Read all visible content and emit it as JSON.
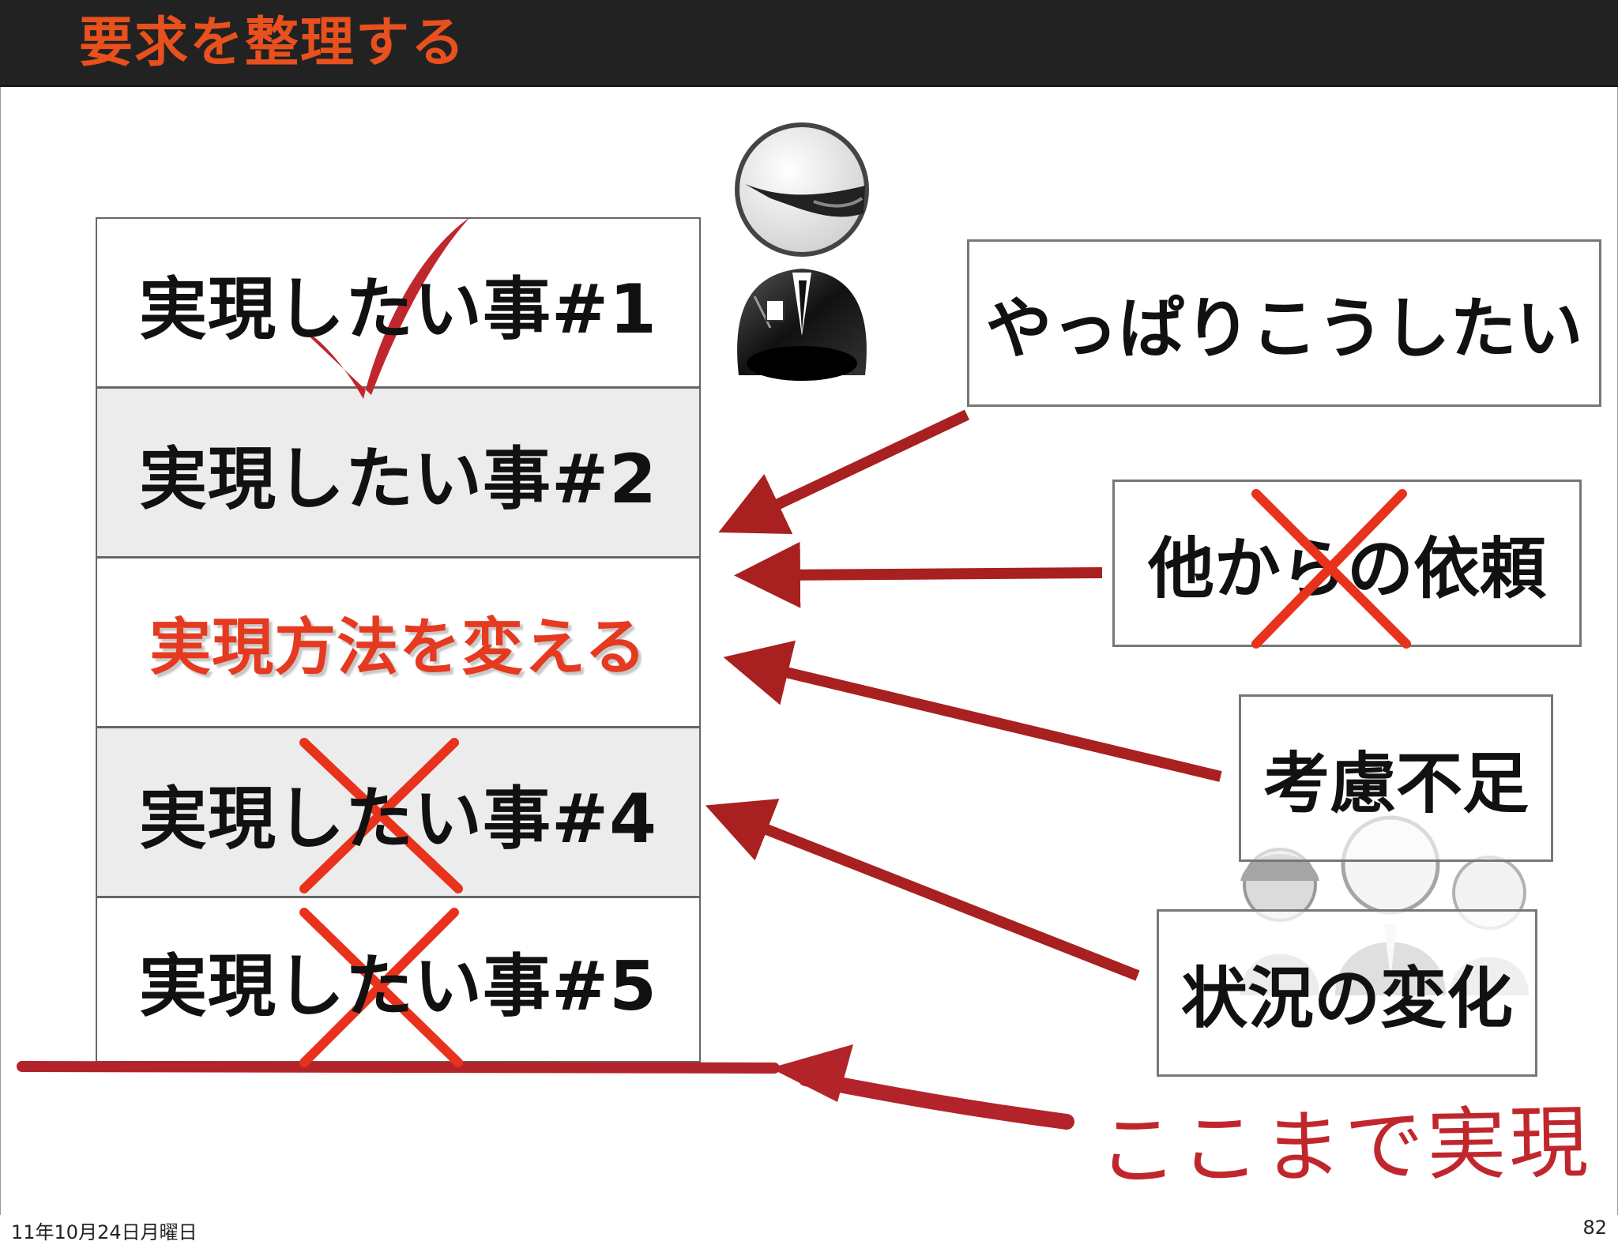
{
  "header": {
    "title": "要求を整理する"
  },
  "requirements": [
    {
      "label": "実現したい事#1",
      "mark": "check"
    },
    {
      "label": "実現したい事#2",
      "mark": "none"
    },
    {
      "label": "実現方法を変える",
      "mark": "highlight"
    },
    {
      "label": "実現したい事#4",
      "mark": "cross"
    },
    {
      "label": "実現したい事#5",
      "mark": "cross"
    }
  ],
  "causes": [
    {
      "label": "やっぱりこうしたい"
    },
    {
      "label": "他からの依頼",
      "mark": "cross"
    },
    {
      "label": "考慮不足"
    },
    {
      "label": "状況の変化"
    }
  ],
  "annotation": {
    "done_label": "ここまで実現"
  },
  "footer": {
    "date": "11年10月24日月曜日",
    "page": "82"
  },
  "colors": {
    "title": "#e8501e",
    "arrow": "#a8201f",
    "cross": "#e8321c",
    "check": "#c0272d"
  },
  "icons": [
    "boss-person-icon",
    "users-group-icon",
    "checkmark-icon",
    "cross-icon"
  ]
}
